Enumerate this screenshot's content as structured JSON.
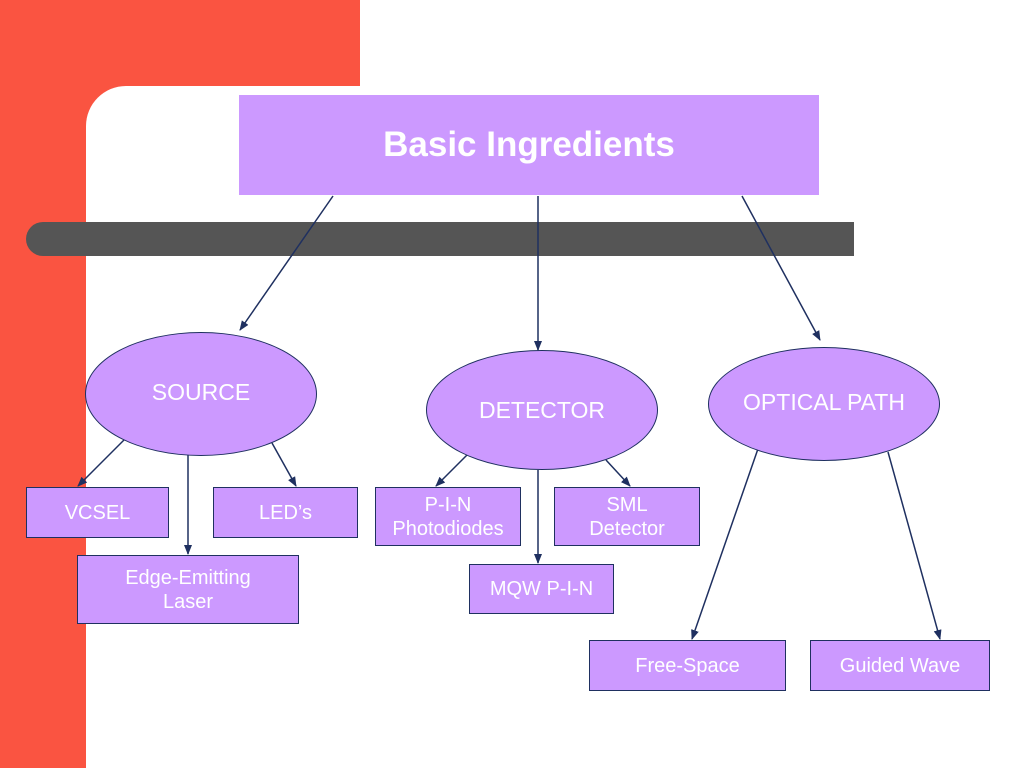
{
  "title": "Basic Ingredients",
  "categories": {
    "source": "SOURCE",
    "detector": "DETECTOR",
    "optical_path": "OPTICAL PATH"
  },
  "source_items": {
    "vcsel": "VCSEL",
    "leds": "LED’s",
    "edge_emitting": "Edge-Emitting\nLaser"
  },
  "detector_items": {
    "pin": "P-I-N\nPhotodiodes",
    "sml": "SML\nDetector",
    "mqw": "MQW P-I-N"
  },
  "path_items": {
    "free_space": "Free-Space",
    "guided_wave": "Guided Wave"
  },
  "colors": {
    "accent_red": "#fa5441",
    "node_fill": "#cc99ff",
    "bar_gray": "#555555",
    "line": "#1f3060"
  }
}
